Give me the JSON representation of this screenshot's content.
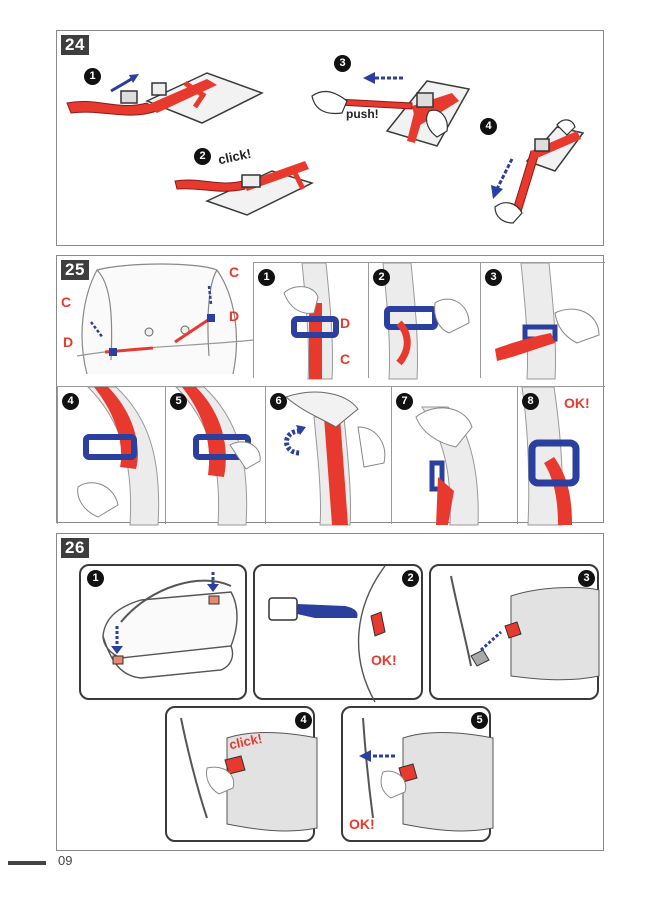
{
  "sections": [
    {
      "number": "24",
      "labels": {
        "push": "push!",
        "click": "click!"
      },
      "steps": [
        "1",
        "2",
        "3",
        "4"
      ]
    },
    {
      "number": "25",
      "letters": [
        "C",
        "C",
        "D",
        "D",
        "D",
        "C"
      ],
      "steps": [
        "1",
        "2",
        "3",
        "4",
        "5",
        "6",
        "7",
        "8"
      ],
      "ok": "OK!"
    },
    {
      "number": "26",
      "steps": [
        "1",
        "2",
        "3",
        "4",
        "5"
      ],
      "ok": [
        "OK!",
        "OK!"
      ],
      "click": "click!"
    }
  ],
  "footer": {
    "page_number": "09"
  },
  "colors": {
    "strap_red": "#e8392e",
    "buckle_blue": "#2b3f9e",
    "outline": "#3a3a3a"
  }
}
